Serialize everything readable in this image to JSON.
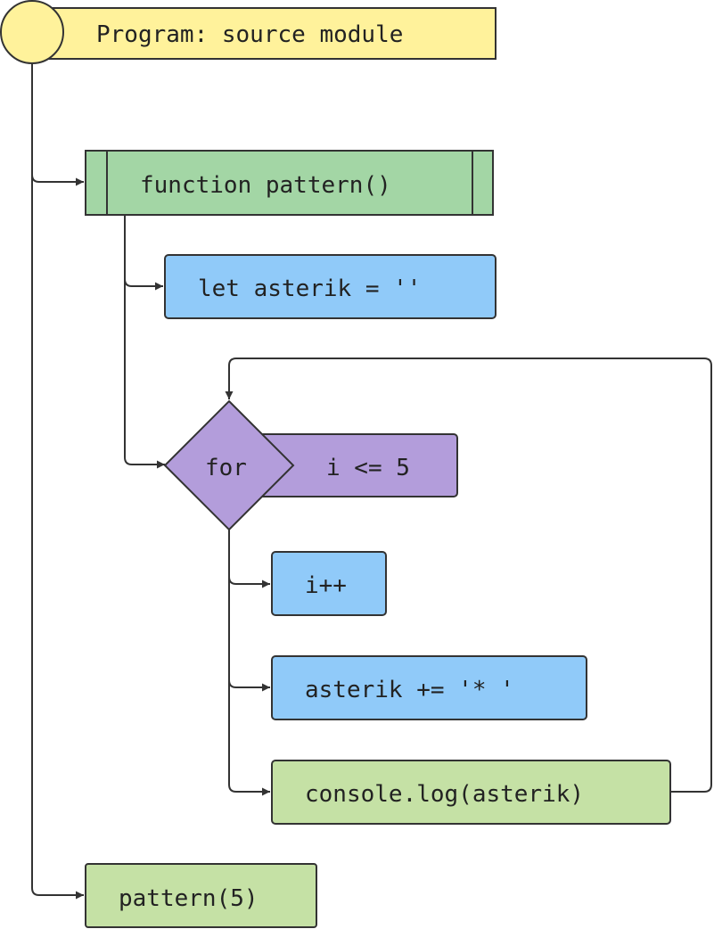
{
  "colors": {
    "program": "#fff29b",
    "function": "#a3d6a5",
    "statement": "#90caf9",
    "loop": "#b39ddb",
    "output": "#c5e1a5",
    "stroke": "#333333"
  },
  "nodes": {
    "program": "Program: source module",
    "function": "function pattern()",
    "declaration": "let asterik = ''",
    "loop_keyword": "for",
    "loop_condition": "i <= 5",
    "increment": "i++",
    "append": "asterik += '* '",
    "log": "console.log(asterik)",
    "call": "pattern(5)"
  }
}
